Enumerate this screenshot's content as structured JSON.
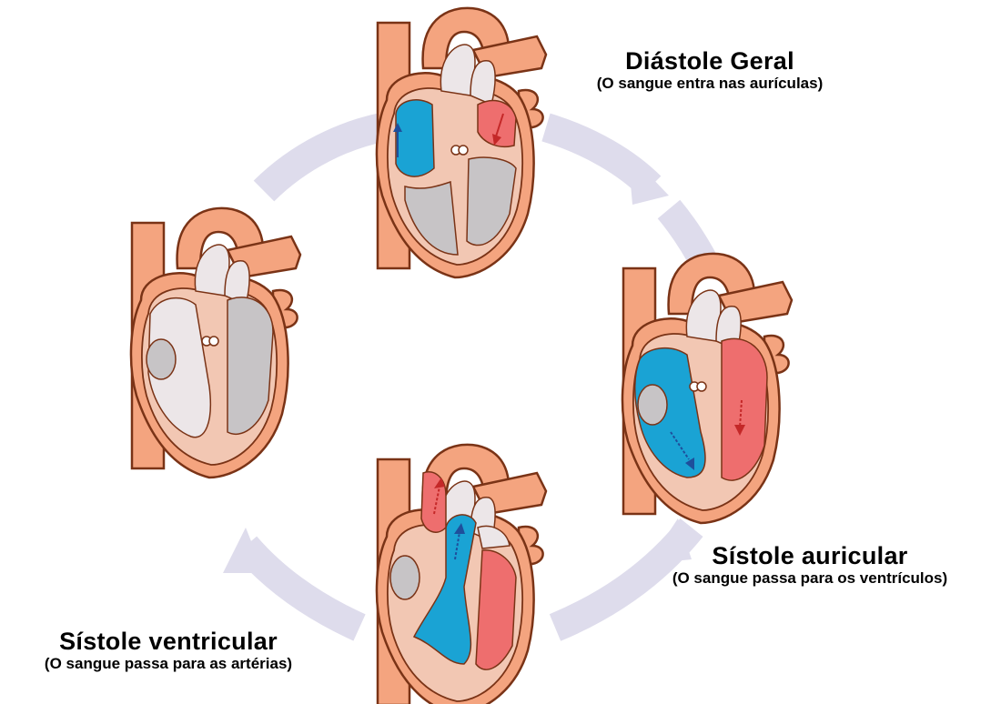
{
  "colors": {
    "cycle_arrow": "#dedcec",
    "heart_outer": "#f4a47f",
    "heart_outline": "#7a3316",
    "wall_inner": "#f2c7b3",
    "chamber_light": "#ece6e8",
    "chamber_gray": "#c7c4c6",
    "blood_blue": "#1aa3d4",
    "blood_red": "#ee6e6e",
    "arrow_blue": "#1e4f9c",
    "arrow_red": "#c42828"
  },
  "stages": [
    {
      "id": "diastole_geral",
      "title": "Diástole Geral",
      "subtitle": "(O sangue entra nas aurículas)",
      "blood_in": "atria"
    },
    {
      "id": "sistole_auricular",
      "title": "Sístole auricular",
      "subtitle": "(O sangue passa para os ventrículos)",
      "blood_in": "ventricles"
    },
    {
      "id": "sistole_ventricular",
      "title": "Sístole ventricular",
      "subtitle": "(O sangue passa para as artérias)",
      "blood_in": "arteries"
    },
    {
      "id": "pausa",
      "title": "",
      "subtitle": "",
      "blood_in": "none"
    }
  ]
}
